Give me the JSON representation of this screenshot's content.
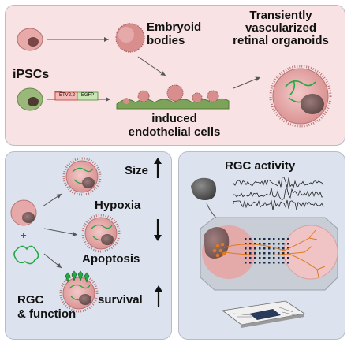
{
  "top": {
    "ipscs": "iPSCs",
    "embryoid_bodies": "Embryoid\nbodies",
    "induced_endothelial": "induced\nendothelial cells",
    "organoids": "Transiently\nvascularized\nretinal organoids",
    "construct": {
      "etv": "ETV2.2",
      "egfp": "EGFP"
    }
  },
  "left": {
    "plus": "+",
    "size": "Size",
    "hypoxia": "Hypoxia",
    "apoptosis": "Apoptosis",
    "rgc": "RGC\n& function",
    "survival": "survival"
  },
  "right": {
    "title": "RGC activity"
  },
  "colors": {
    "top_bg": "#f8e2e3",
    "panel_bg": "#dde3ee",
    "organoid": "#e6a8a8",
    "endothelial": "#7da35a",
    "vessel": "#22aa44",
    "axon": "#e07a1e"
  }
}
